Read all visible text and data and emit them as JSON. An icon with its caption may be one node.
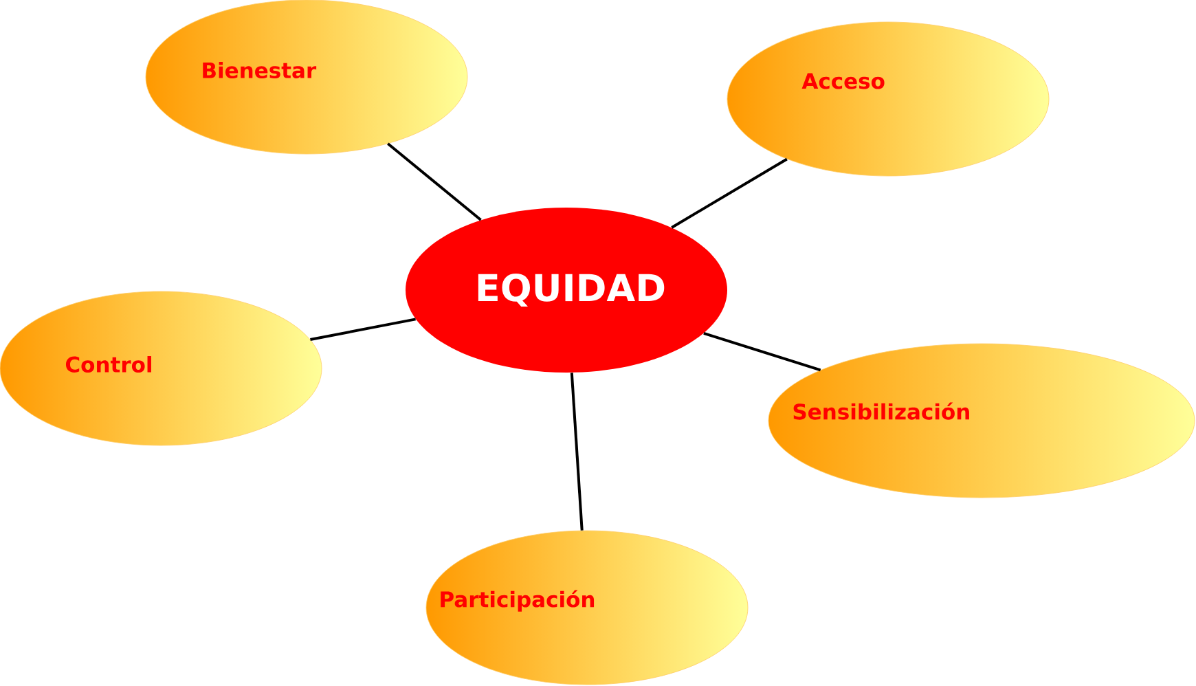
{
  "diagram": {
    "nodes": [
      {
        "text": [
          "EQUIDAD"
        ]
      },
      {
        "text": [
          "Bienestar"
        ]
      },
      {
        "text": [
          "Acceso"
        ]
      },
      {
        "text": [
          "Control"
        ]
      },
      {
        "text": [
          "Sensibilización"
        ]
      },
      {
        "text": [
          "Participación"
        ]
      }
    ],
    "edges": [
      {
        "from": 0,
        "to": 1,
        "arrow": "none"
      },
      {
        "from": 0,
        "to": 2,
        "arrow": "none"
      },
      {
        "from": 0,
        "to": 3,
        "arrow": "none"
      },
      {
        "from": 0,
        "to": 4,
        "arrow": "none"
      },
      {
        "from": 0,
        "to": 5,
        "arrow": "none"
      }
    ]
  }
}
